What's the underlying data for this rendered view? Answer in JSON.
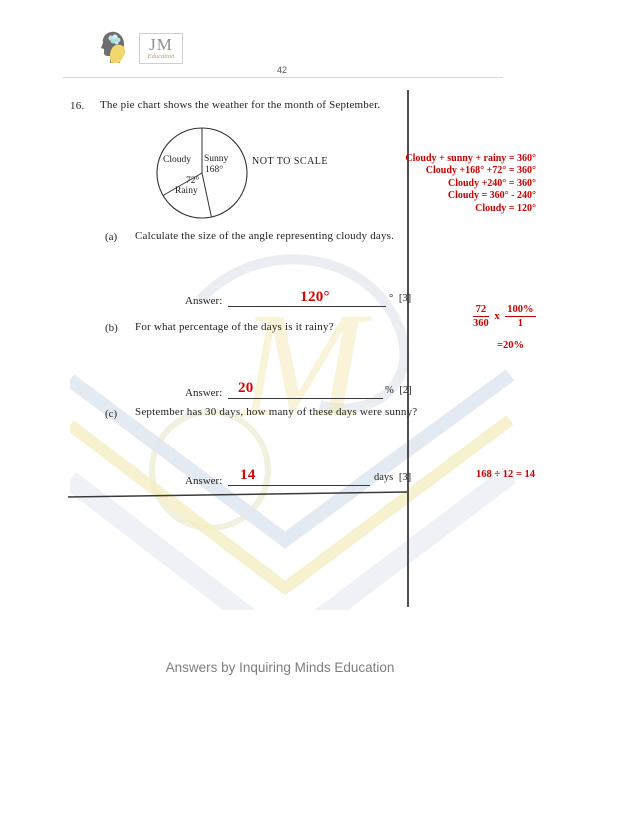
{
  "colors": {
    "annotation_red": "#cc0000",
    "logo_gold": "#b3a06c",
    "footer_gray": "#7e7e7e"
  },
  "header": {
    "logo": {
      "initials": "JM",
      "sub": "Education"
    },
    "page_number": "42"
  },
  "question": {
    "number": "16.",
    "intro": "The pie chart shows the weather for the month of September.",
    "not_to_scale": "NOT TO SCALE",
    "pie_labels": {
      "cloudy": "Cloudy",
      "sunny": "Sunny",
      "sunny_angle": "168°",
      "rainy_angle": "72°",
      "rainy": "Rainy"
    },
    "parts": [
      {
        "id": "(a)",
        "text": "Calculate the size of the angle representing cloudy days.",
        "answer_label": "Answer:",
        "answer": "120°",
        "unit": "°",
        "marks": "[3]"
      },
      {
        "id": "(b)",
        "text": "For what percentage of the days is it rainy?",
        "answer_label": "Answer:",
        "answer": "20",
        "unit": "%",
        "marks": "[2]"
      },
      {
        "id": "(c)",
        "text": "September has 30 days, how many of these days were sunny?",
        "answer_label": "Answer:",
        "answer": "14",
        "unit": "days",
        "marks": "[3]"
      }
    ]
  },
  "workings": {
    "cloudy": [
      "Cloudy + sunny + rainy = 360°",
      "Cloudy +168° +72° = 360°",
      "Cloudy +240° = 360°",
      "Cloudy = 360° - 240°",
      "Cloudy = 120°"
    ],
    "rainy": {
      "num1": "72",
      "den1": "360",
      "op": "x",
      "num2": "100%",
      "den2": "1",
      "result": "=20%"
    },
    "sunny": "168 ÷ 12 = 14"
  },
  "footer": {
    "credit": "Answers by Inquiring Minds Education"
  },
  "chart_data": {
    "type": "pie",
    "title": "Weather for the month of September",
    "categories": [
      "Sunny",
      "Rainy",
      "Cloudy"
    ],
    "values": [
      168,
      72,
      120
    ],
    "unit": "degrees",
    "annotations": [
      "NOT TO SCALE"
    ],
    "legend_position": "inside",
    "note": "slice labels drawn inside sectors; total 360 degrees"
  }
}
